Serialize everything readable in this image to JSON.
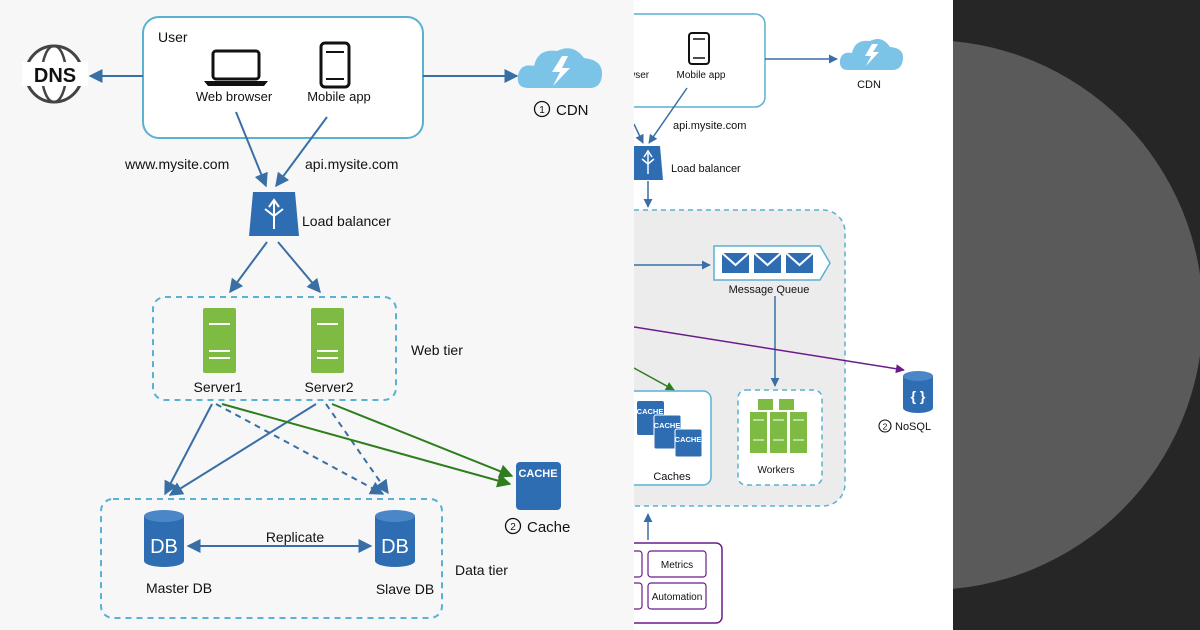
{
  "left_diagram": {
    "user_label": "User",
    "web_browser": "Web browser",
    "mobile_app": "Mobile app",
    "dns": "DNS",
    "cdn_num": "1",
    "cdn_label": "CDN",
    "www_domain": "www.mysite.com",
    "api_domain": "api.mysite.com",
    "load_balancer": "Load balancer",
    "server1": "Server1",
    "server2": "Server2",
    "web_tier": "Web tier",
    "cache_icon_text": "CACHE",
    "cache_num": "2",
    "cache_label": "Cache",
    "db_icon_text": "DB",
    "replicate": "Replicate",
    "master_db": "Master DB",
    "slave_db": "Slave DB",
    "data_tier": "Data tier"
  },
  "right_diagram": {
    "browser_partial": "wser",
    "mobile_app": "Mobile app",
    "cdn_label": "CDN",
    "api_domain": "api.mysite.com",
    "load_balancer": "Load balancer",
    "message_queue": "Message Queue",
    "cache_icon_text": "CACHE",
    "caches": "Caches",
    "workers": "Workers",
    "nosql_num": "2",
    "nosql_label": "NoSQL",
    "nosql_icon": "{ }",
    "metrics": "Metrics",
    "automation": "Automation"
  },
  "colors": {
    "accent_blue": "#2f6db3",
    "arrow_blue": "#3a6fa6",
    "outline_cyan": "#5ab1d2",
    "server_green": "#7dbb42",
    "arrow_green": "#2e7d1e",
    "arrow_purple": "#6a1b8a",
    "cloud_blue": "#7cc3e8",
    "dark_bg": "#262626",
    "dark_circle": "#5a5a5a"
  }
}
